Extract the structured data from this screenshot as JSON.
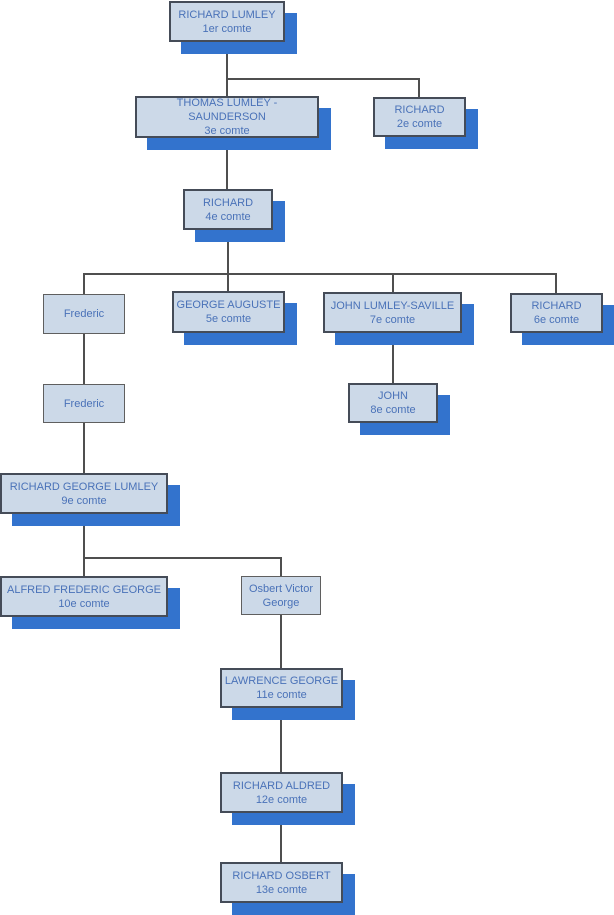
{
  "diagram": {
    "colors": {
      "node_fill": "#ccd9e8",
      "node_border": "#454c58",
      "minor_node_border": "#5f5f5f",
      "shadow": "#3373cd",
      "text": "#4a72b8",
      "connector": "#4f4f4f",
      "background": "#ffffff"
    },
    "nodes": [
      {
        "title": "RICHARD LUMLEY",
        "subtitle": "1er comte"
      },
      {
        "title": "THOMAS LUMLEY -SAUNDERSON",
        "subtitle": "3e comte"
      },
      {
        "title": "RICHARD",
        "subtitle": "2e comte"
      },
      {
        "title": "RICHARD",
        "subtitle": "4e comte"
      },
      {
        "title": "Frederic"
      },
      {
        "title": "GEORGE AUGUSTE",
        "subtitle": "5e comte"
      },
      {
        "title": "JOHN LUMLEY-SAVILLE",
        "subtitle": "7e comte"
      },
      {
        "title": "RICHARD",
        "subtitle": "6e comte"
      },
      {
        "title": "Frederic"
      },
      {
        "title": "JOHN",
        "subtitle": "8e comte"
      },
      {
        "title": "RICHARD GEORGE LUMLEY",
        "subtitle": "9e comte"
      },
      {
        "title": "ALFRED FREDERIC GEORGE",
        "subtitle": "10e comte"
      },
      {
        "title": "Osbert Victor George"
      },
      {
        "title": "LAWRENCE GEORGE",
        "subtitle": "11e comte"
      },
      {
        "title": "RICHARD ALDRED",
        "subtitle": "12e comte"
      },
      {
        "title": "RICHARD OSBERT",
        "subtitle": "13e comte"
      }
    ]
  }
}
